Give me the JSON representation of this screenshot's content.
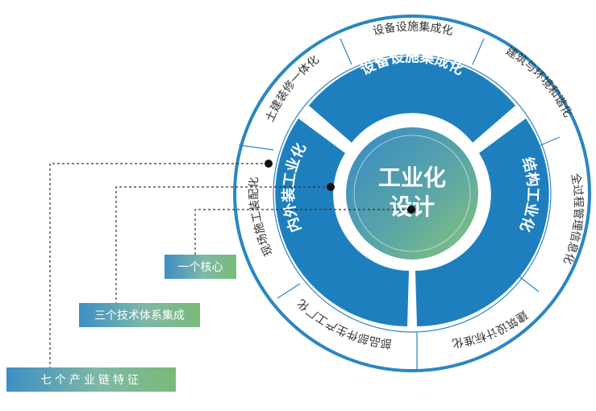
{
  "center": {
    "line1": "工业化",
    "line2": "设计"
  },
  "inner_ring": {
    "top": "设备设施集成化",
    "left": "内外装工业化",
    "right": "结构工业化"
  },
  "outer_ring": [
    "设备设施集成化",
    "建筑与环境和谐化",
    "全过程管理信息化",
    "建筑设计标准化",
    "部品部件生产工厂化",
    "现场施工装配化",
    "土建装修一体化"
  ],
  "legend": {
    "one_core": "一个核心",
    "three_systems": "三个技术体系集成",
    "seven_features": "七个产业链特征"
  },
  "colors": {
    "outer_ring_stroke": "#2b86c2",
    "inner_ring_fill": "#1e7fbe",
    "center_dark": "#3d8fc4",
    "center_green": "#7bbf8c",
    "legend_text": "#ffffff"
  }
}
